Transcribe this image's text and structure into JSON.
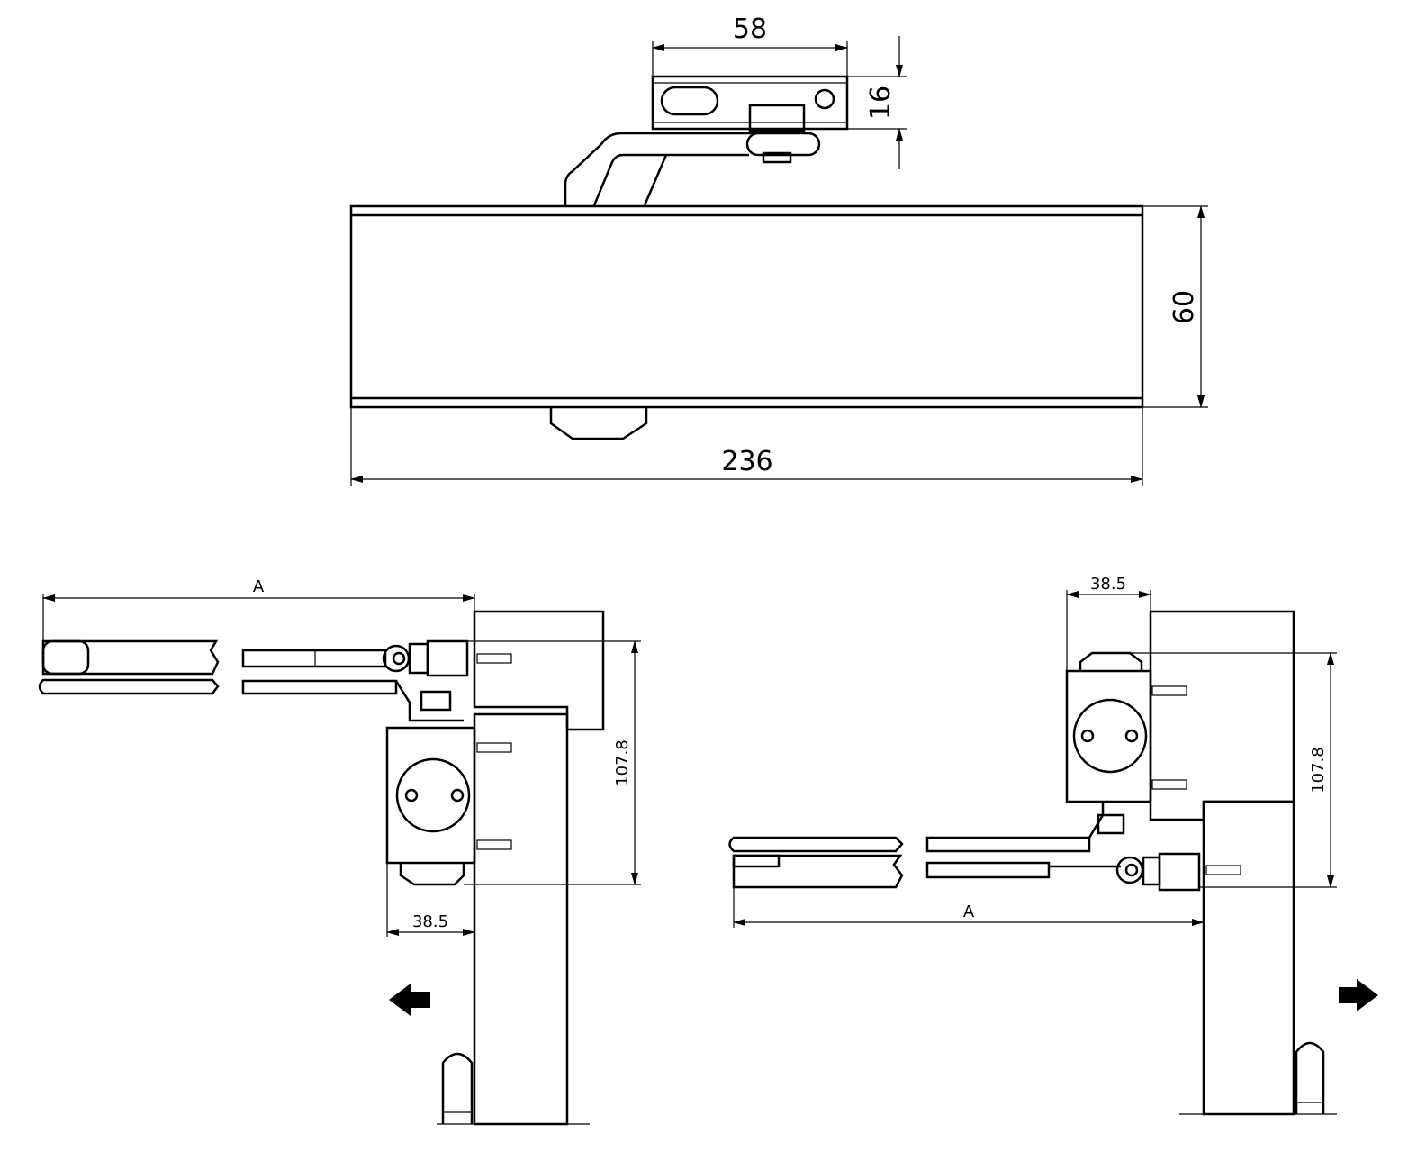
{
  "top_view": {
    "dim_arm_width": "58",
    "dim_arm_height": "16",
    "dim_body_height": "60",
    "dim_body_length": "236"
  },
  "left_view": {
    "dim_a": "A",
    "dim_height": "107.8",
    "dim_offset": "38.5",
    "direction": "left"
  },
  "right_view": {
    "dim_a": "A",
    "dim_height": "107.8",
    "dim_offset": "38.5",
    "direction": "right"
  }
}
